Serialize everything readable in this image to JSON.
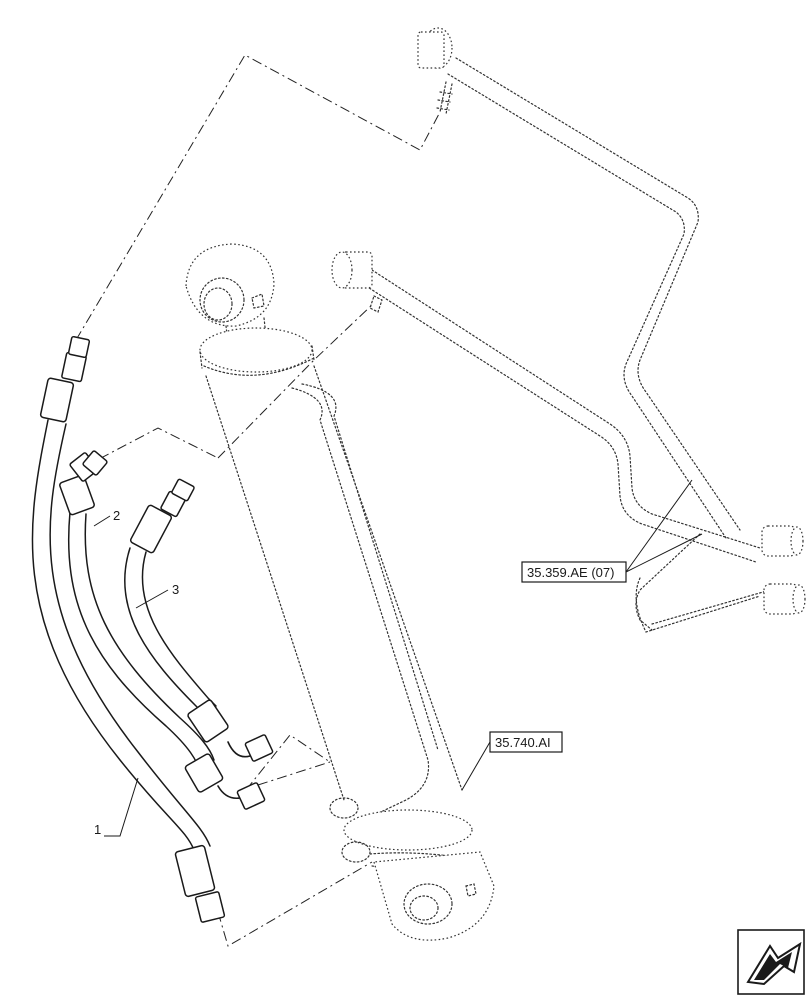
{
  "callouts": {
    "item_1": "1",
    "item_2": "2",
    "item_3": "3"
  },
  "references": {
    "ref_top": "35.359.AE (07)",
    "ref_cylinder": "35.740.AI"
  },
  "icons": {
    "corner_icon": "arrow-navigation-icon"
  }
}
